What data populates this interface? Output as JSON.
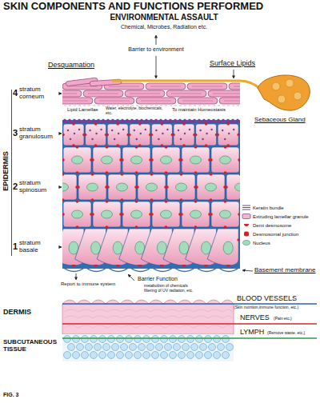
{
  "diagram": {
    "title": "SKIN COMPONENTS AND FUNCTIONS PERFORMED",
    "caption": "FIG. 3",
    "labels": [
      "ENVIRONMENTAL ASSAULT",
      "Chemical, Microbes, Radiation etc.",
      "Barrier to environment",
      "Desquamation",
      "Surface Lipids",
      "Sebaceous Gland",
      "4",
      "stratum corneum",
      "Lipid Lamellae",
      "Water, electrolyte, biochemicals, etc.",
      "To maintain Homeostasis",
      "3",
      "stratum granulosum",
      "2",
      "stratum spinosum",
      "1",
      "stratum basale",
      "EPIDERMIS",
      "Basement membrane",
      "Report to immune system",
      "Barrier Function",
      "metabolism of chemicals filtering of UV radiation, etc.",
      "DERMIS",
      "SUBCUTANEOUS TISSUE",
      "BLOOD VESSELS",
      "(Skin nutrition,immune function, etc.)",
      "NERVES",
      "(Pain etc.)",
      "LYMPH",
      "(Remove waste, etc.)"
    ],
    "legend": [
      {
        "text": "Keratin bundle"
      },
      {
        "text": "Extruding lamellar granule"
      },
      {
        "text": "Demi desmosome"
      },
      {
        "text": "Desmosomal junction"
      },
      {
        "text": "Nucleus"
      }
    ]
  }
}
